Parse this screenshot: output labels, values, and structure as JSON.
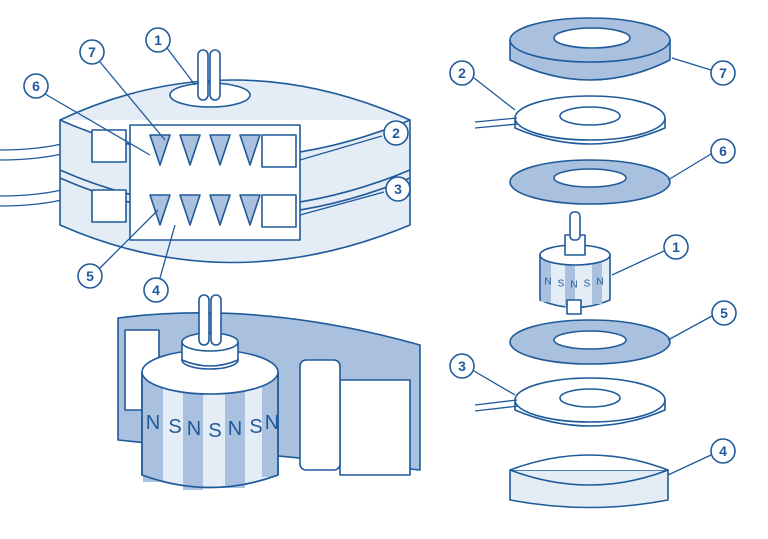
{
  "assembled_motor": {
    "callouts": [
      "1",
      "7",
      "6",
      "2",
      "3",
      "5",
      "4"
    ]
  },
  "rotor_closeup": {
    "poles": [
      "N",
      "S",
      "N",
      "S",
      "N",
      "S",
      "N"
    ]
  },
  "exploded_view": {
    "callouts": [
      "7",
      "2",
      "6",
      "1",
      "5",
      "3",
      "4"
    ],
    "rotor_poles": [
      "N",
      "S",
      "N",
      "S",
      "N"
    ]
  },
  "colors": {
    "stroke": "#1f5a9a",
    "light_fill": "#e4ecf6",
    "dark_fill": "#a9c1de"
  }
}
